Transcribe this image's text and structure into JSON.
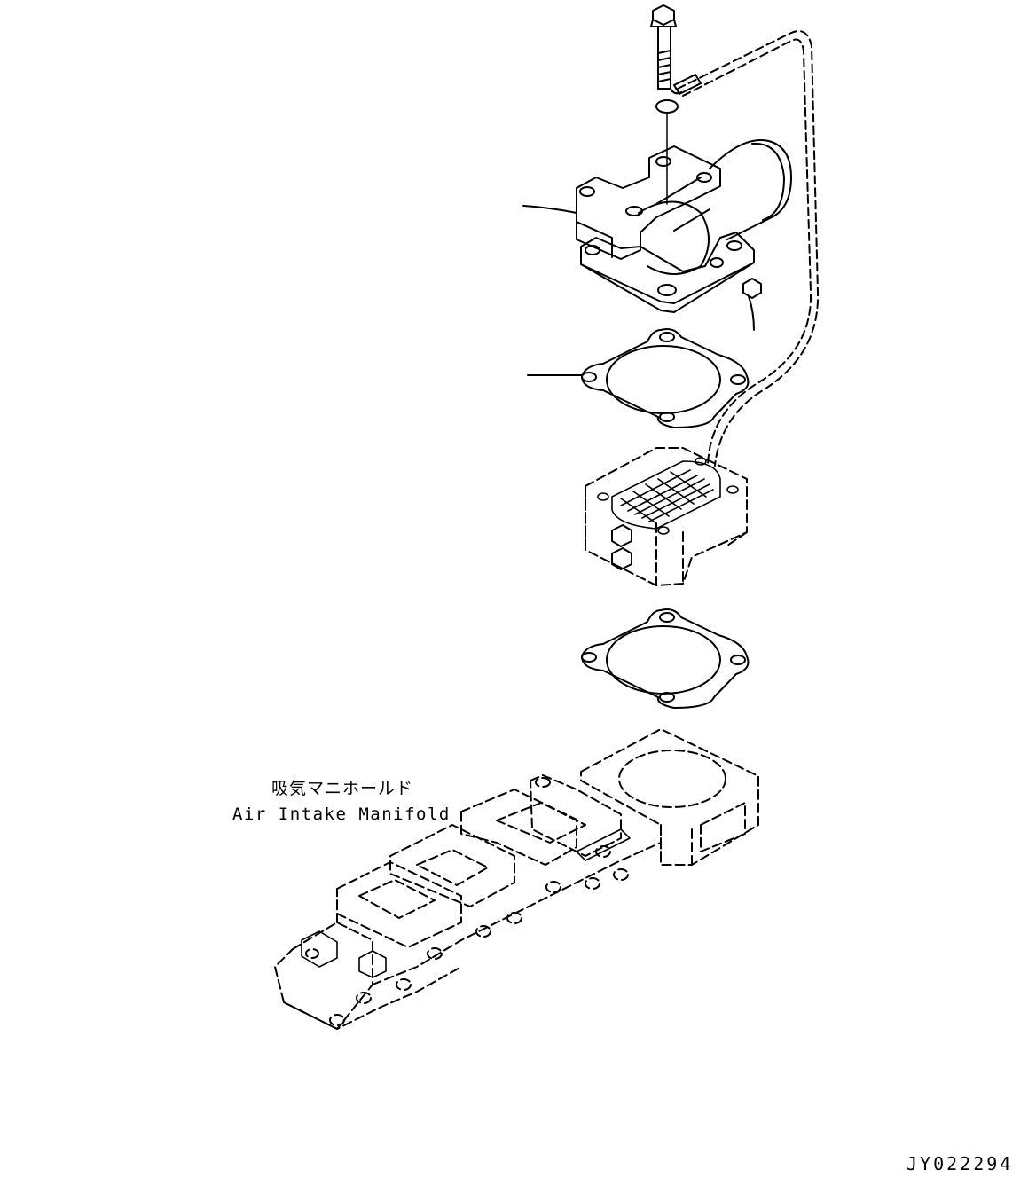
{
  "labels": {
    "manifold_jp": "吸気マニホールド",
    "manifold_en": "Air Intake Manifold",
    "drawing_id": "JY022294"
  }
}
